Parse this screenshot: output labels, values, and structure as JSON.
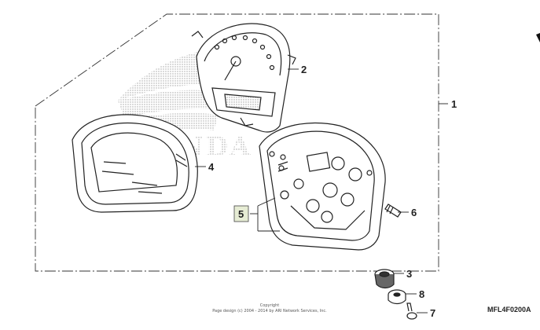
{
  "diagram": {
    "watermark_text": "HONDA",
    "callouts": [
      "1",
      "2",
      "3",
      "4",
      "5",
      "6",
      "7",
      "8"
    ],
    "diagram_code": "MFL4F0200A",
    "copyright": {
      "line1": "Copyright",
      "line2": "Page design (c) 2004 - 2014 by ARI Network Services, Inc."
    },
    "colors": {
      "line": "#222222",
      "watermark": "#c8c8c8",
      "highlight_box": "#e6ecd4"
    }
  }
}
